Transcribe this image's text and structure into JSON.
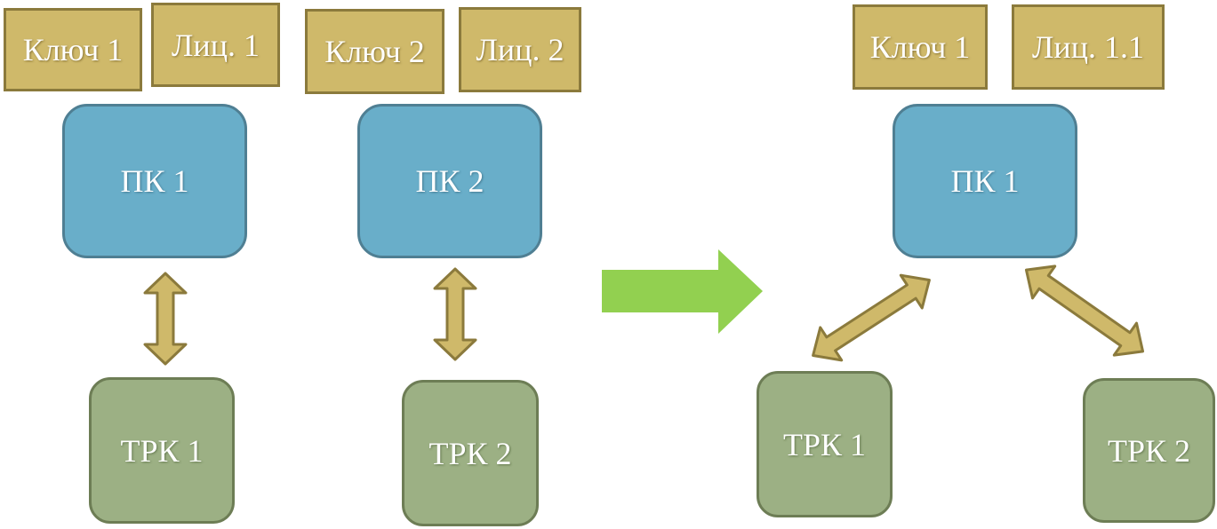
{
  "left": {
    "group1": {
      "key": "Ключ 1",
      "license": "Лиц. 1",
      "pc": "ПК 1",
      "trk": "ТРК 1"
    },
    "group2": {
      "key": "Ключ 2",
      "license": "Лиц. 2",
      "pc": "ПК 2",
      "trk": "ТРК 2"
    }
  },
  "right": {
    "key": "Ключ 1",
    "license": "Лиц. 1.1",
    "pc": "ПК 1",
    "trk1": "ТРК 1",
    "trk2": "ТРК 2"
  },
  "colors": {
    "tag_fill": "#cfb96a",
    "pc_fill": "#69aec9",
    "trk_fill": "#9cb084",
    "arrow_fill": "#cfb96a",
    "transition_arrow": "#92d050"
  }
}
